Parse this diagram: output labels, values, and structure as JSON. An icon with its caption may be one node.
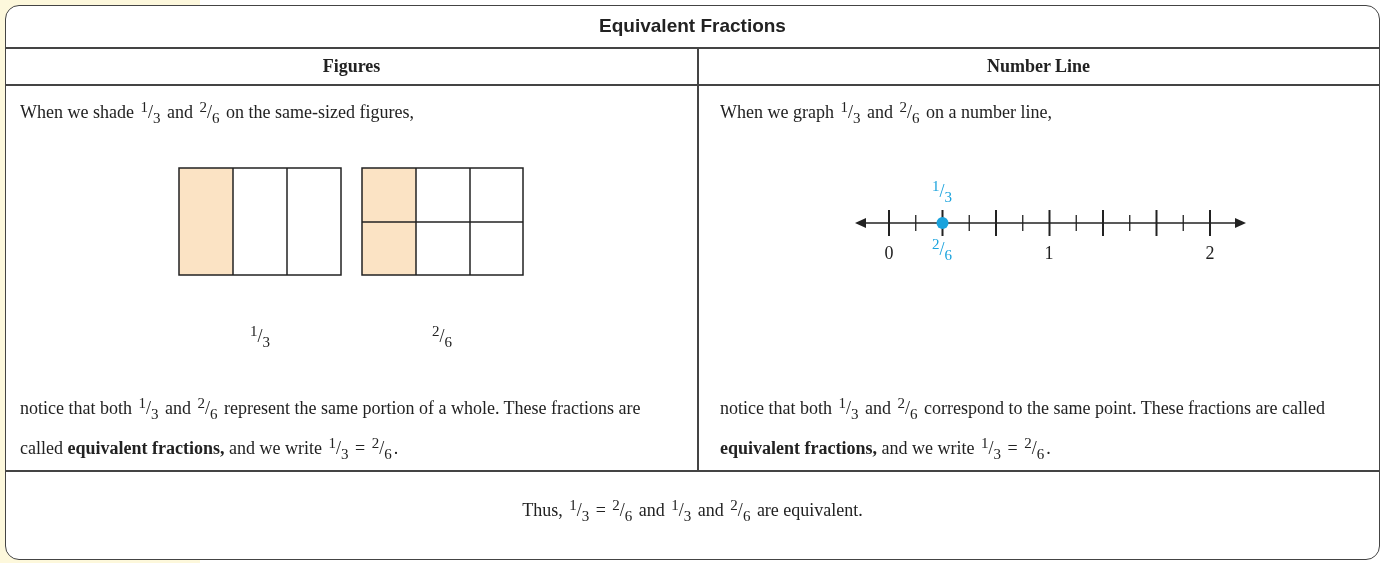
{
  "diagram": {
    "title": "Equivalent Fractions",
    "labels": [
      "Figures",
      "Number Line",
      "When we shade $^{1}$/$_{3}$ and $^{2}$/$_{6}$ on the same-sized figures,",
      "When we graph $^{1}$/$_{3}$ and $^{2}$/$_{6}$ on a number line,",
      "$^{1}$/$_{3}$",
      "0",
      "$^{2}$/$_{6}$",
      "1",
      "2",
      "$^{1}$/$_{3}$",
      "$^{2}$/$_{6}$",
      "notice that both $^{1}$/$_{3}$ and $^{2}$/$_{6}$ represent the same portion of a whole. These fractions are called **equivalent fractions,** and we write $^{1}$/$_{3}$ = $^{2}$/$_{6}$.",
      "notice that both $^{1}$/$_{3}$ and $^{2}$/$_{6}$ correspond to the same point. These fractions are called **equivalent fractions,** and we write $^{1}$/$_{3}$ = $^{2}$/$_{6}$.",
      "Thus, $^{1}$/$_{3}$ = $^{2}$/$_{6}$ and $^{1}$/$_{3}$ and $^{2}$/$_{6}$ are equivalent."
    ]
  }
}
